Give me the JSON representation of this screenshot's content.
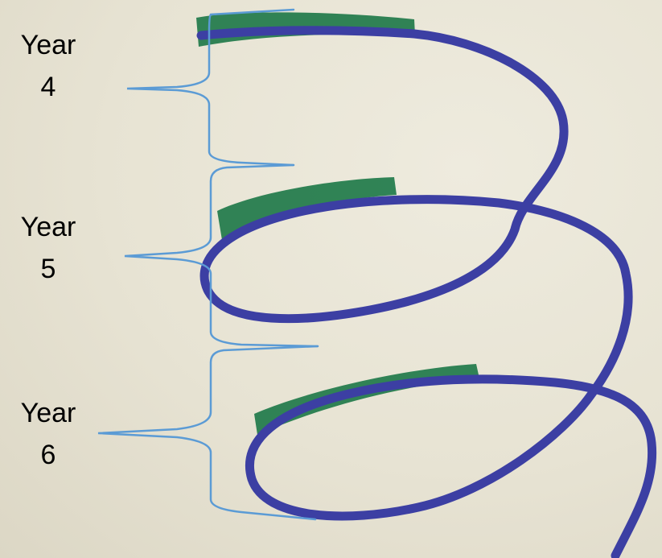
{
  "labels": [
    {
      "word": "Year",
      "number": "4"
    },
    {
      "word": "Year",
      "number": "5"
    },
    {
      "word": "Year",
      "number": "6"
    }
  ],
  "colors": {
    "paper": "#e9e5d6",
    "spiral": "#3c3fa3",
    "highlight": "#1f7a4a",
    "brace": "#5b9bd5",
    "text": "#000000"
  }
}
